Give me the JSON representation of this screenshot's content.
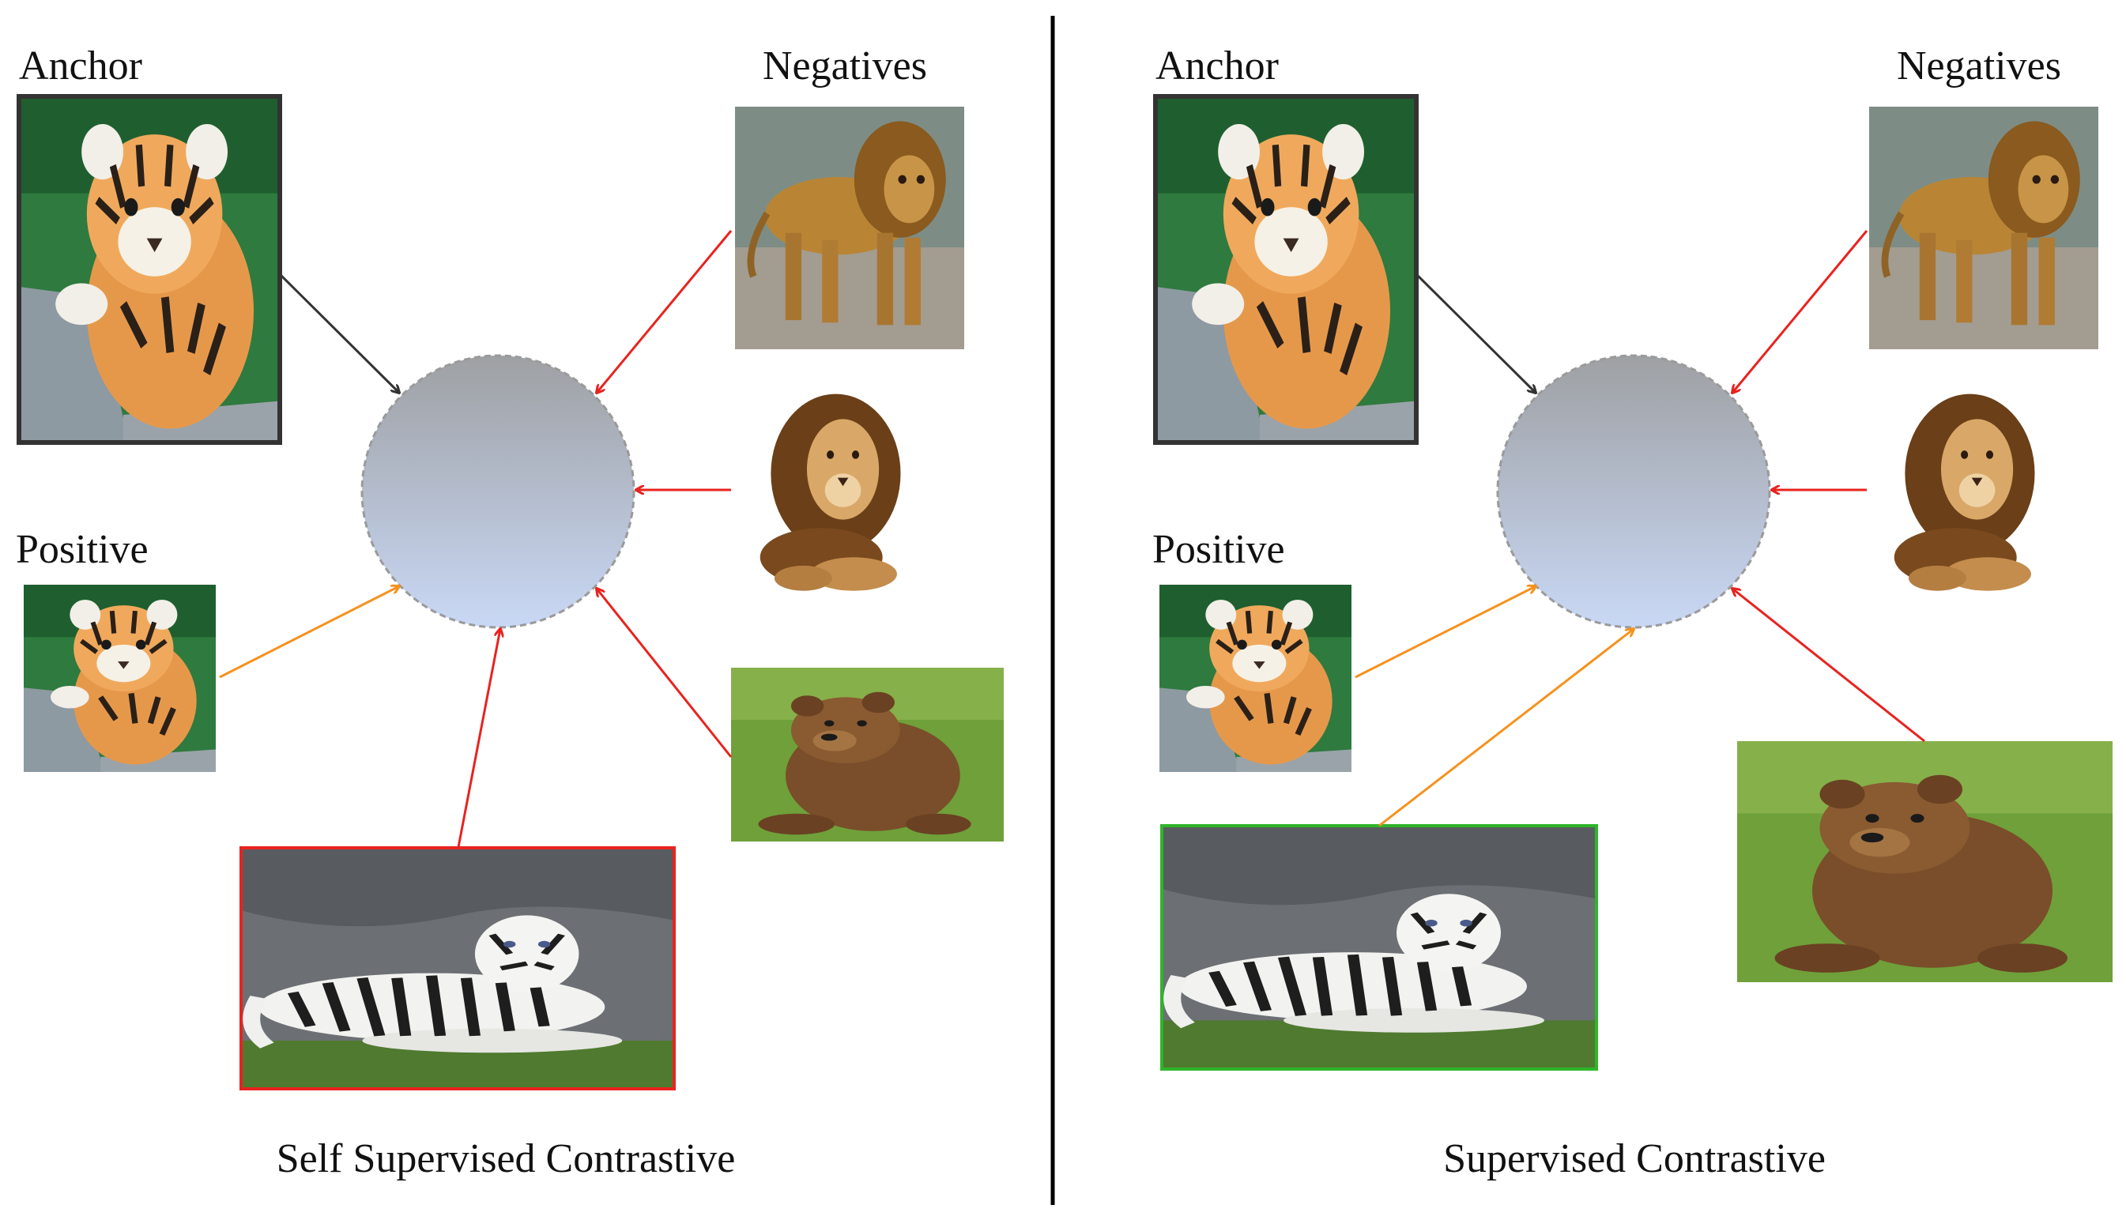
{
  "left_panel": {
    "anchor_label": "Anchor",
    "negatives_label": "Negatives",
    "positive_label": "Positive",
    "caption": "Self Supervised Contrastive"
  },
  "right_panel": {
    "anchor_label": "Anchor",
    "negatives_label": "Negatives",
    "positive_label": "Positive",
    "caption": "Supervised Contrastive"
  },
  "colors": {
    "anchor_arrow": "#333333",
    "negative_arrow": "#e8231f",
    "positive_arrow": "#f5921e",
    "anchor_frame": "#333333",
    "left_white_tiger_frame": "#e8231f",
    "right_white_tiger_frame": "#2fb52a",
    "sphere_top": "#9ea0a3",
    "sphere_bottom": "#c9d8f5",
    "divider": "#000000"
  }
}
